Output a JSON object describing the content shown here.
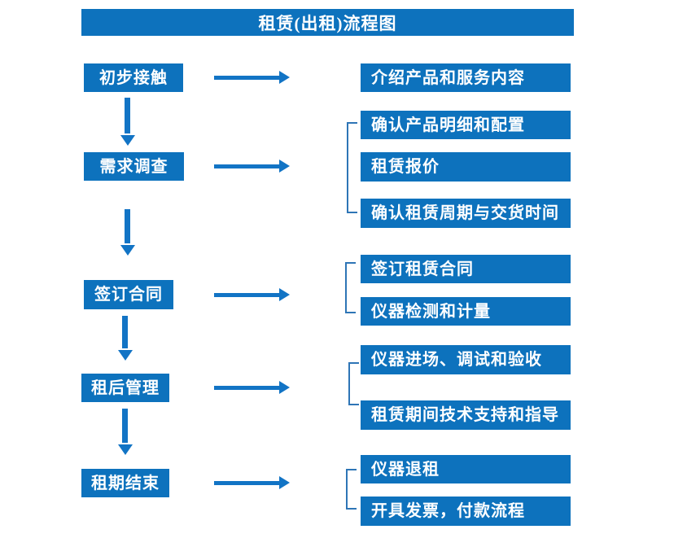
{
  "title": "租赁(出租)流程图",
  "colors": {
    "box_blue": "#0d72bd",
    "arrow_blue": "#1274c5",
    "bracket_blue": "#2e75b6",
    "text_white": "#ffffff",
    "background": "#ffffff"
  },
  "flow": {
    "stages": [
      {
        "label": "初步接触",
        "outputs": [
          "介绍产品和服务内容"
        ]
      },
      {
        "label": "需求调查",
        "outputs": [
          "确认产品明细和配置",
          "租赁报价",
          "确认租赁周期与交货时间"
        ]
      },
      {
        "label": "签订合同",
        "outputs": [
          "签订租赁合同",
          "仪器检测和计量"
        ]
      },
      {
        "label": "租后管理",
        "outputs": [
          "仪器进场、调试和验收",
          "租赁期间技术支持和指导"
        ]
      },
      {
        "label": "租期结束",
        "outputs": [
          "仪器退租",
          "开具发票，付款流程"
        ]
      }
    ]
  }
}
